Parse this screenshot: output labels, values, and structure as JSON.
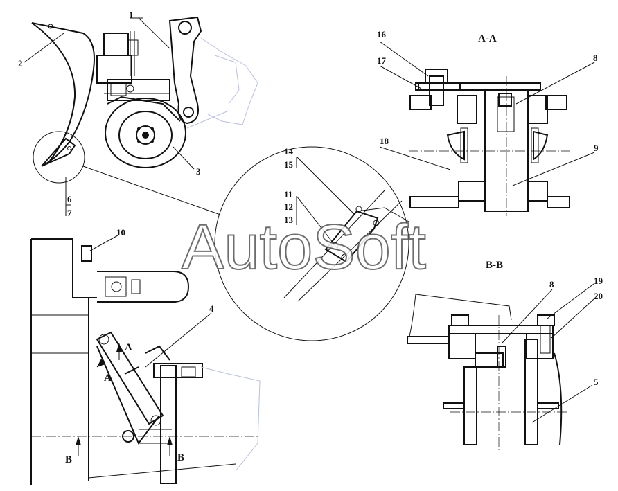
{
  "callouts": {
    "c1": "1",
    "c2": "2",
    "c3": "3",
    "c4": "4",
    "c5": "5",
    "c6": "6",
    "c7": "7",
    "c8a": "8",
    "c8b": "8",
    "c9": "9",
    "c10": "10",
    "c11": "11",
    "c12": "12",
    "c13": "13",
    "c14": "14",
    "c15": "15",
    "c16": "16",
    "c17": "17",
    "c18": "18",
    "c19": "19",
    "c20": "20"
  },
  "sections": {
    "aa_title": "A-A",
    "bb_title": "B-B",
    "a_mark_top": "A",
    "a_mark_bottom": "A",
    "b_mark_left": "B",
    "b_mark_right": "B"
  },
  "watermark": "AutoSoft",
  "colors": {
    "line": "#111111",
    "ghost": "#b9bfe0",
    "watermark_stroke": "#555555"
  }
}
